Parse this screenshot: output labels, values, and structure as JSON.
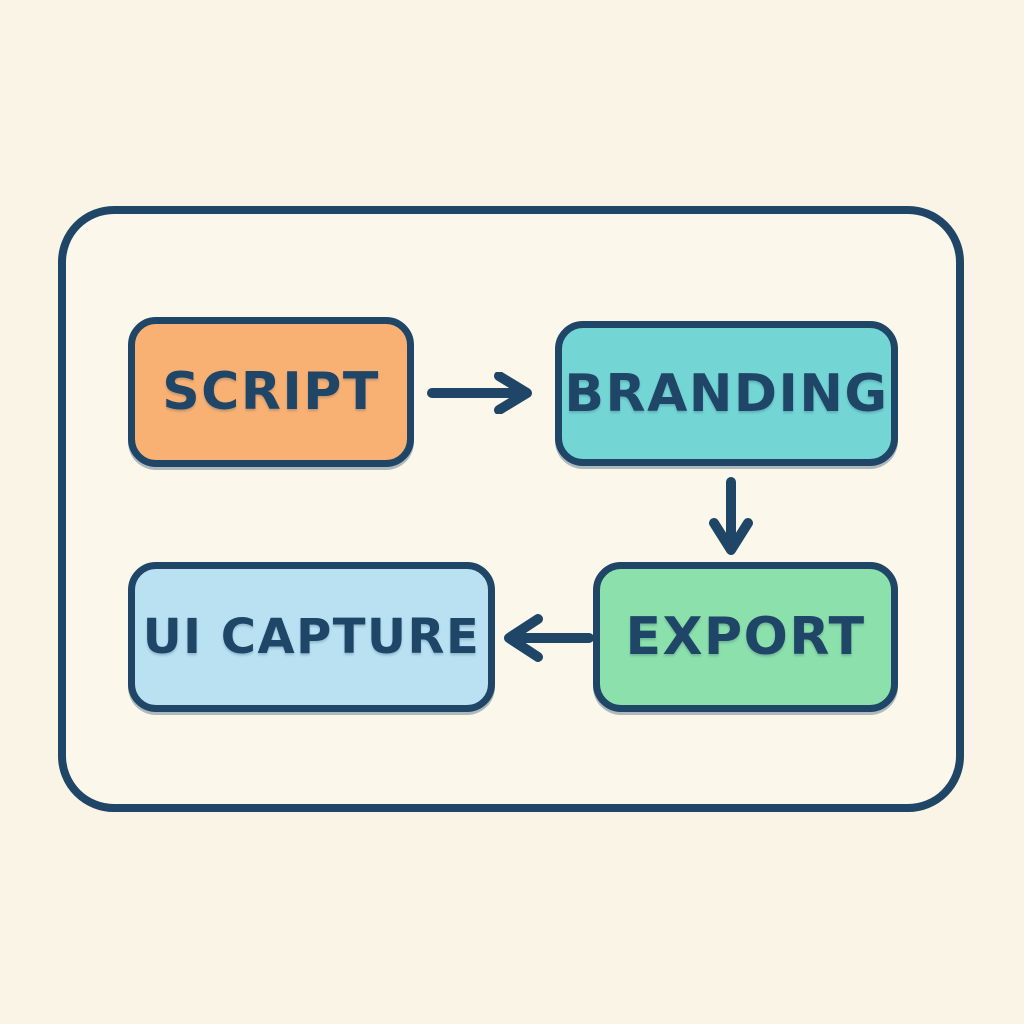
{
  "diagram": {
    "type": "flowchart",
    "nodes": [
      {
        "id": "script",
        "label": "SCRIPT",
        "fill": "#f9b173"
      },
      {
        "id": "branding",
        "label": "BRANDING",
        "fill": "#74d6d4"
      },
      {
        "id": "export",
        "label": "EXPORT",
        "fill": "#8be0ab"
      },
      {
        "id": "ui-capture",
        "label": "UI CAPTURE",
        "fill": "#b9e1f2"
      }
    ],
    "edges": [
      {
        "from": "script",
        "to": "branding",
        "direction": "right"
      },
      {
        "from": "branding",
        "to": "export",
        "direction": "down"
      },
      {
        "from": "export",
        "to": "ui-capture",
        "direction": "left"
      }
    ],
    "colors": {
      "background": "#f9f4e5",
      "panel_background": "#fbf7eb",
      "outline": "#1f4567"
    }
  }
}
